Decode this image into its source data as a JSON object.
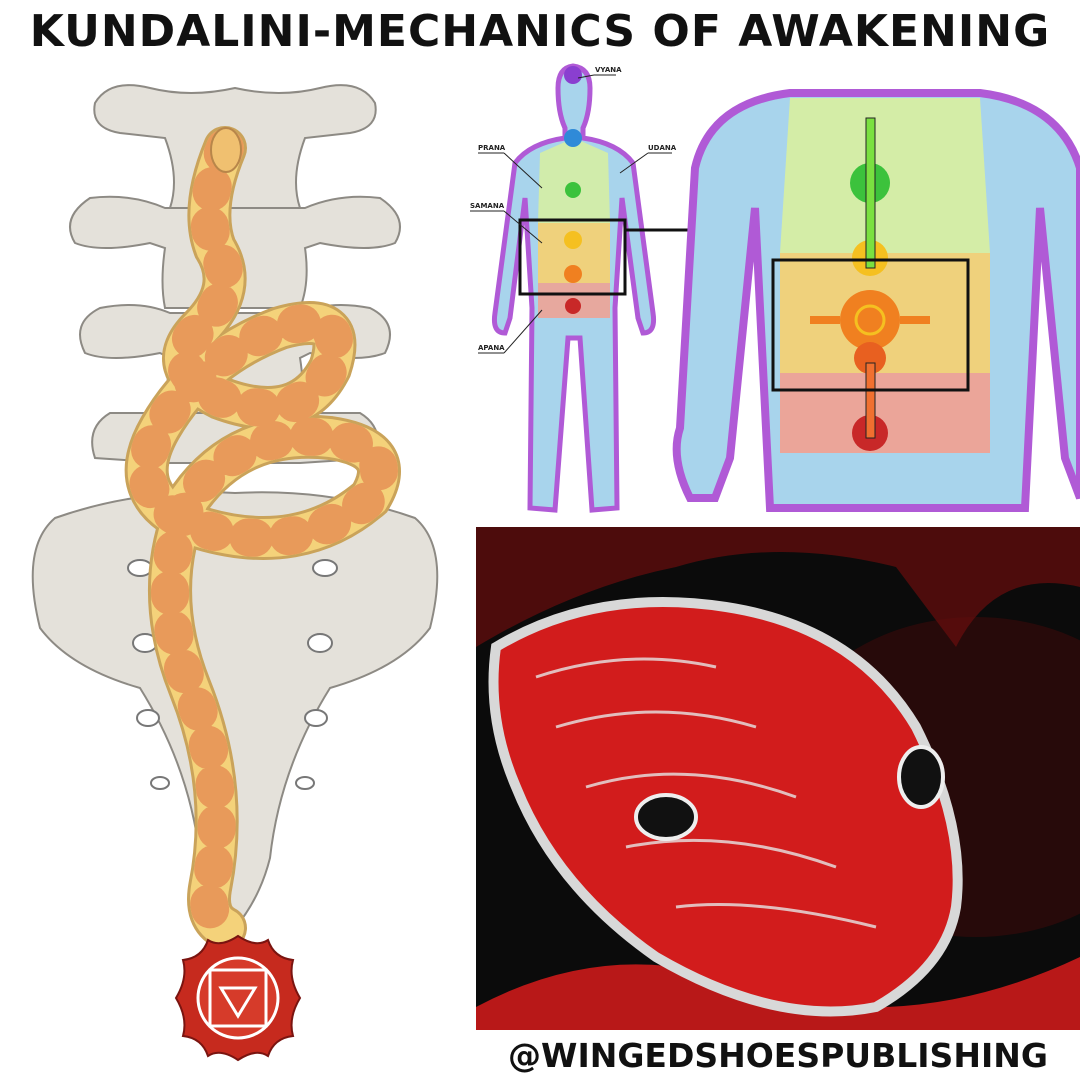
{
  "title": "KUNDALINI-MECHANICS OF AWAKENING",
  "handle": "@WINGEDSHOESPUBLISHING",
  "diagram": {
    "labels": {
      "vyana": "VYANA",
      "prana": "PRANA",
      "udana": "UDANA",
      "samana": "SAMANA",
      "apana": "APANA"
    }
  },
  "colors": {
    "crown": "#8a3fd0",
    "throat": "#2f8ad8",
    "heart": "#3cc23c",
    "solar": "#f5c020",
    "sacral": "#f08020",
    "root": "#c82828",
    "body": "#a8d4ec",
    "snake_body": "#f4d27a",
    "snake_band": "#e89a5a",
    "bone": "#e4e1da",
    "jewel_red": "#d21c1c"
  }
}
